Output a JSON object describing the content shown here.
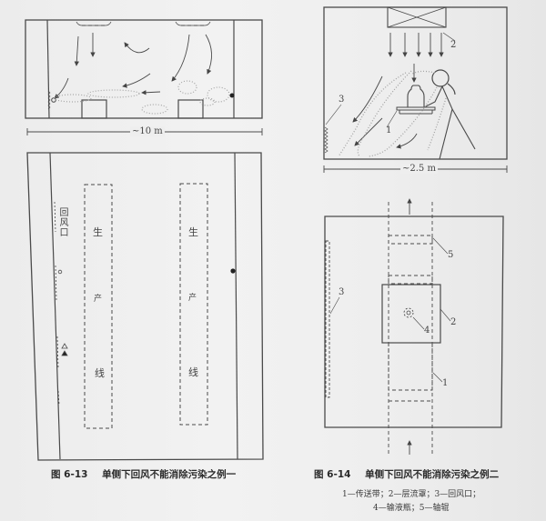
{
  "figure_6_13": {
    "caption_number": "图 6-13",
    "caption_title": "单侧下回风不能消除污染之例一",
    "section_view": {
      "dimension_label": "~10 m"
    },
    "plan_view": {
      "return_air_label": "回风口",
      "production_line_1": [
        "生",
        "产",
        "线"
      ],
      "production_line_2": [
        "生",
        "产",
        "线"
      ]
    }
  },
  "figure_6_14": {
    "caption_number": "图 6-14",
    "caption_title": "单侧下回风不能消除污染之例二",
    "legend_line_1": "1—传送带；2—层流罩；3—回风口；",
    "legend_line_2": "4—输液瓶；5—轴辊",
    "section_view": {
      "dimension_label": "~2.5 m",
      "callouts": [
        "1",
        "2",
        "3"
      ]
    },
    "plan_view": {
      "callouts": [
        "1",
        "2",
        "3",
        "4",
        "5"
      ]
    }
  },
  "diagram_data": {
    "legend_items": [
      {
        "id": "1",
        "label": "传送带"
      },
      {
        "id": "2",
        "label": "层流罩"
      },
      {
        "id": "3",
        "label": "回风口"
      },
      {
        "id": "4",
        "label": "输液瓶"
      },
      {
        "id": "5",
        "label": "轴辊"
      }
    ],
    "colors": {
      "line": "#4a4a4a",
      "background": "#eeeeee",
      "particles": "#9a9a9a"
    }
  }
}
